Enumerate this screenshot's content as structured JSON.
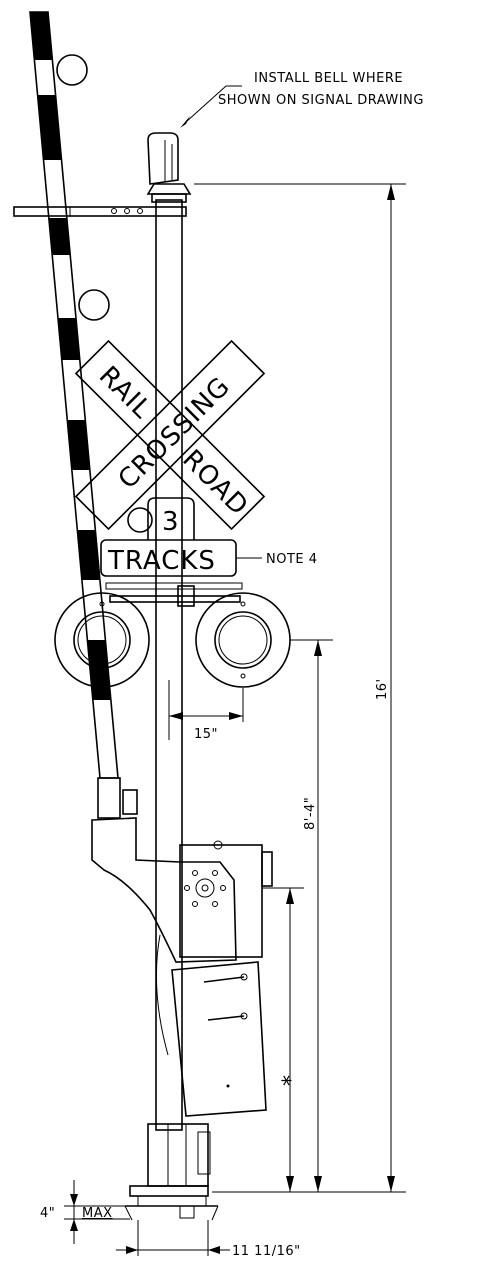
{
  "note_bell_line1": "INSTALL BELL WHERE",
  "note_bell_line2": "SHOWN ON SIGNAL DRAWING",
  "sign": {
    "word_rail": "RAIL",
    "word_road": "ROAD",
    "word_crossing": "CROSSING",
    "tracks_number": "3",
    "tracks_label": "TRACKS",
    "tracks_note": "NOTE 4"
  },
  "dimensions": {
    "overall_height": "16'",
    "light_height": "8'-4\"",
    "light_offset": "15\"",
    "mechanism_height": "*",
    "foundation_reveal": "4\"",
    "foundation_reveal_max": "MAX",
    "base_width": "11 11/16\""
  }
}
